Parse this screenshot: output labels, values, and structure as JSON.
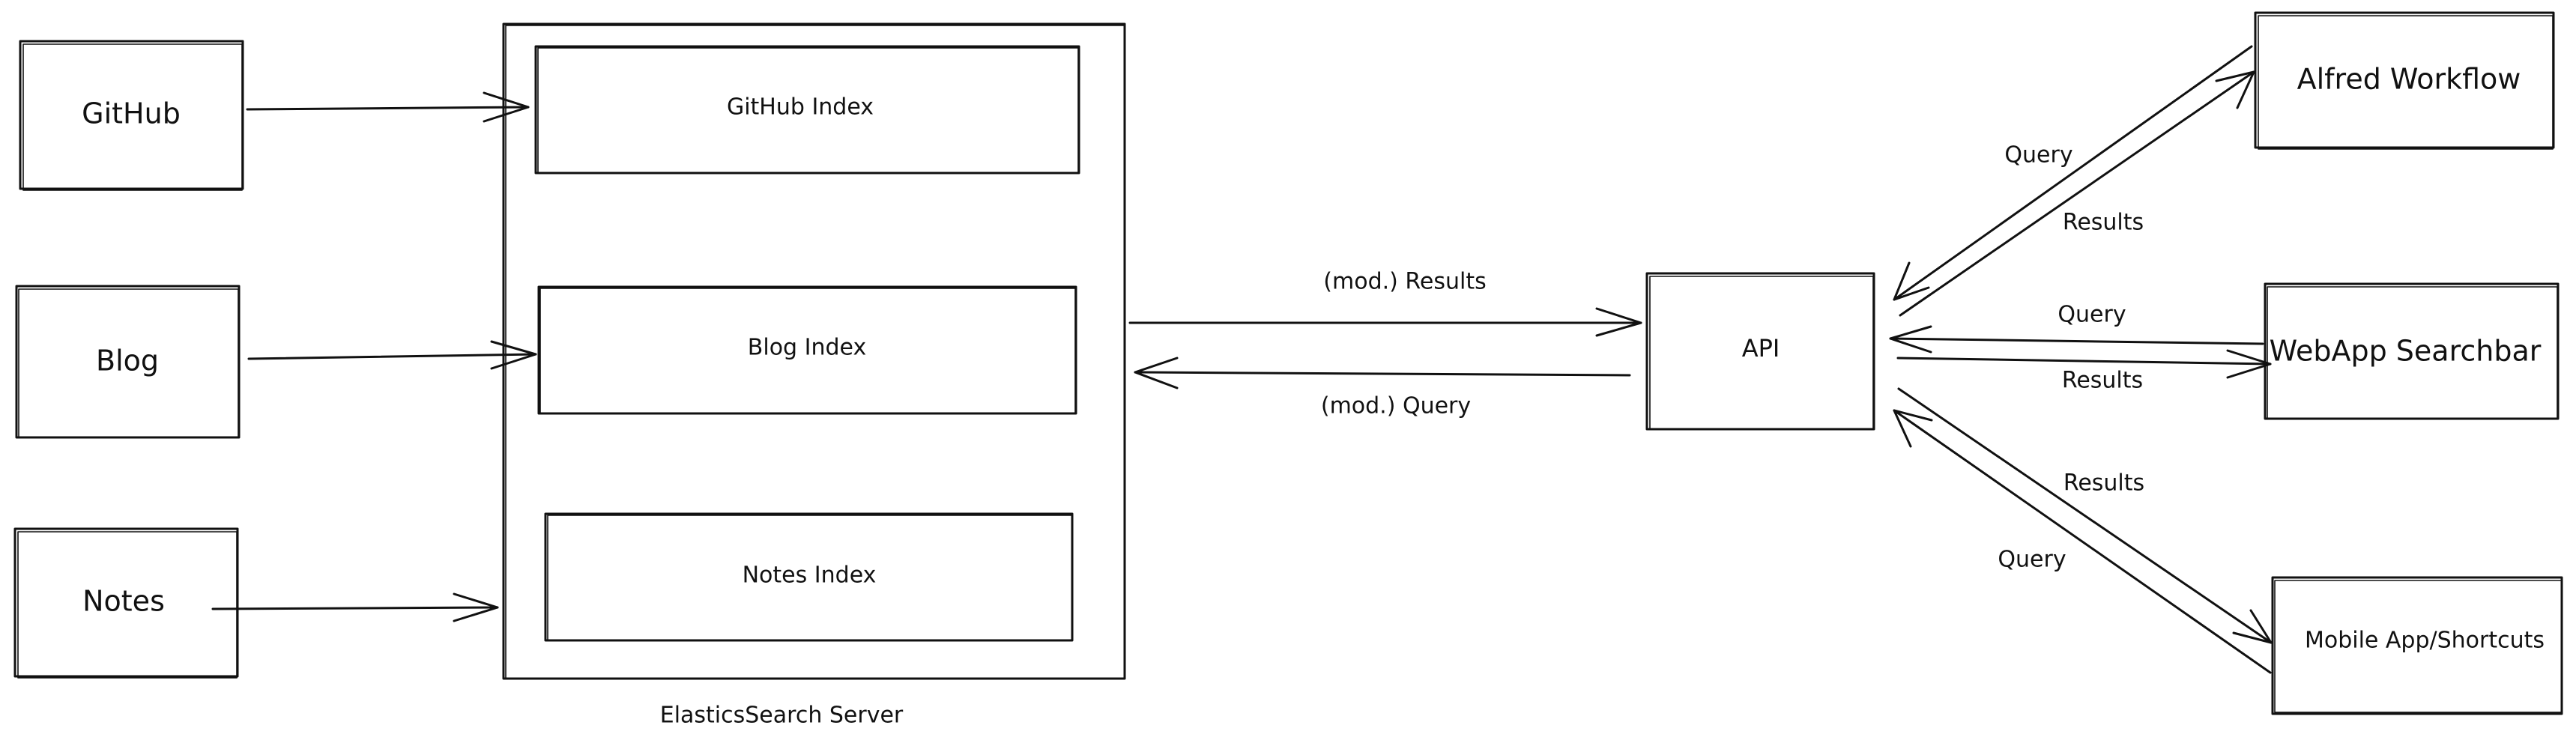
{
  "diagram": {
    "sources": [
      {
        "id": "github",
        "label": "GitHub"
      },
      {
        "id": "blog",
        "label": "Blog"
      },
      {
        "id": "notes",
        "label": "Notes"
      }
    ],
    "server": {
      "label": "ElasticsSearch Server",
      "indexes": [
        {
          "id": "github-index",
          "label": "GitHub Index"
        },
        {
          "id": "blog-index",
          "label": "Blog Index"
        },
        {
          "id": "notes-index",
          "label": "Notes Index"
        }
      ]
    },
    "api": {
      "label": "API"
    },
    "clients": [
      {
        "id": "alfred",
        "label": "Alfred Workflow"
      },
      {
        "id": "webapp",
        "label": "WebApp Searchbar"
      },
      {
        "id": "mobile",
        "label": "Mobile App/Shortcuts"
      }
    ],
    "edge_labels": {
      "server_to_api": "(mod.) Results",
      "api_to_server": "(mod.) Query",
      "alfred_query": "Query",
      "alfred_results": "Results",
      "webapp_query": "Query",
      "webapp_results": "Results",
      "mobile_results": "Results",
      "mobile_query": "Query"
    }
  }
}
